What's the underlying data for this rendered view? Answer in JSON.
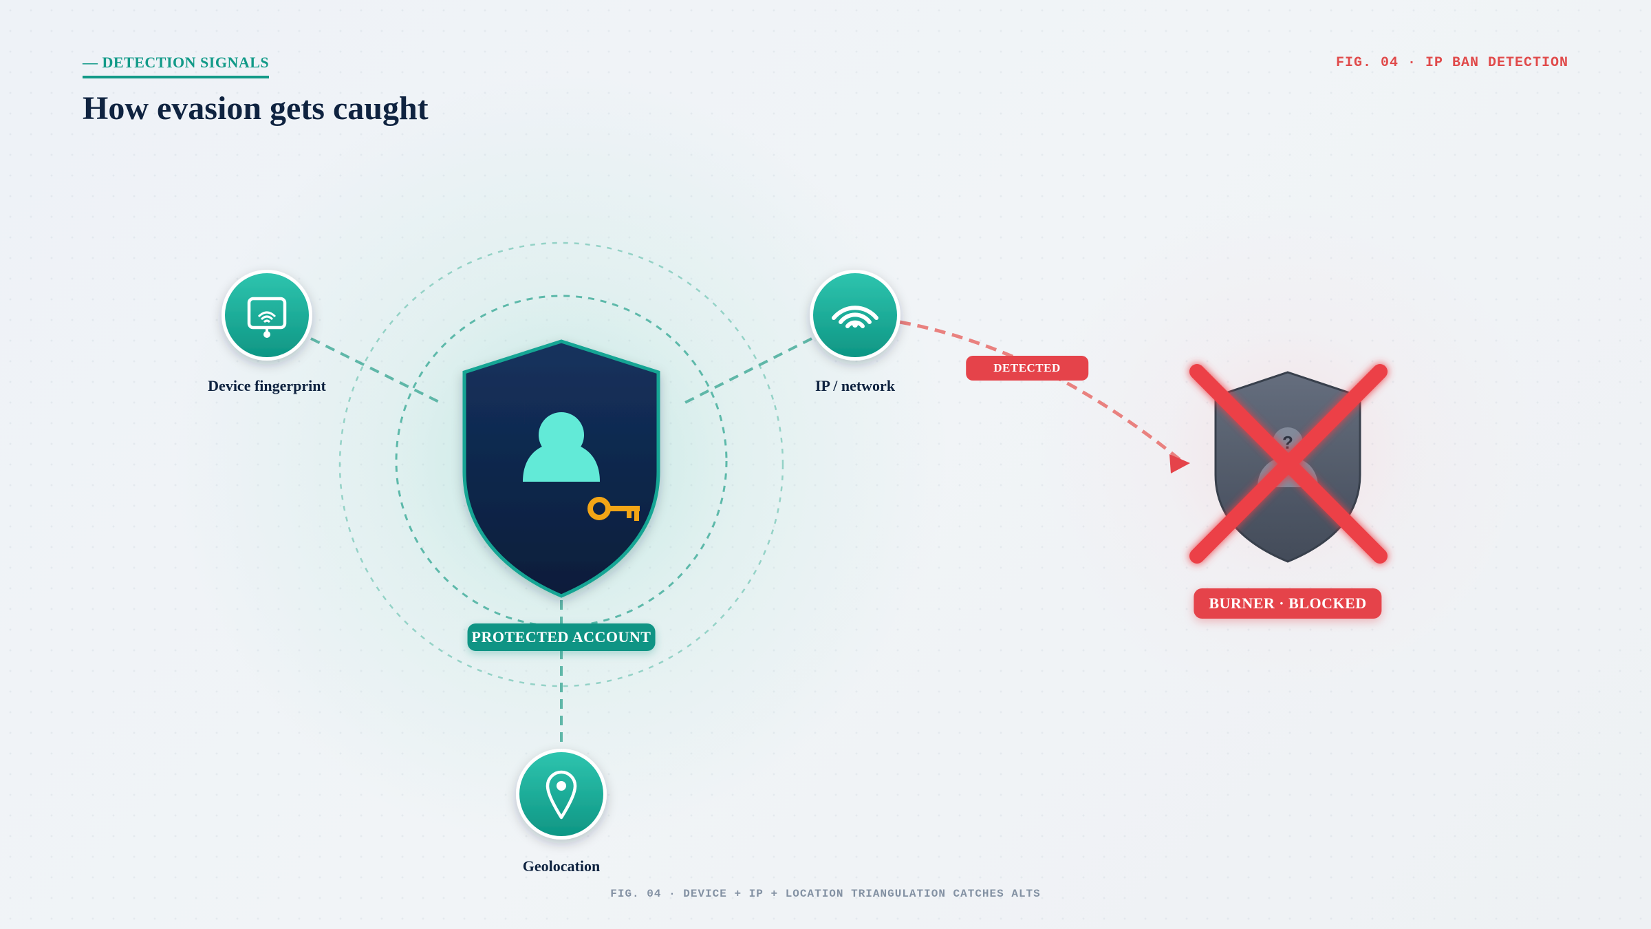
{
  "header": {
    "eyebrow": "— DETECTION SIGNALS",
    "title": "How evasion gets caught",
    "fig_tag": "FIG. 04 · IP BAN DETECTION"
  },
  "signals": {
    "device": {
      "label": "Device fingerprint",
      "icon": "device-fingerprint-icon"
    },
    "network": {
      "label": "IP / network",
      "icon": "wifi-icon"
    },
    "geo": {
      "label": "Geolocation",
      "icon": "location-pin-icon"
    }
  },
  "center": {
    "label": "PROTECTED ACCOUNT",
    "icons": [
      "shield-icon",
      "user-icon",
      "key-icon"
    ]
  },
  "connector": {
    "label": "DETECTED"
  },
  "burner": {
    "label": "BURNER · BLOCKED",
    "mark": "?",
    "icons": [
      "shield-icon",
      "cross-icon"
    ]
  },
  "caption": "FIG. 04 · DEVICE + IP + LOCATION TRIANGULATION CATCHES ALTS",
  "colors": {
    "teal": "#129a88",
    "navy": "#0f2340",
    "red": "#e5434a",
    "gold": "#f2a516",
    "mint": "#62ead7",
    "slate": "#4a5566"
  }
}
